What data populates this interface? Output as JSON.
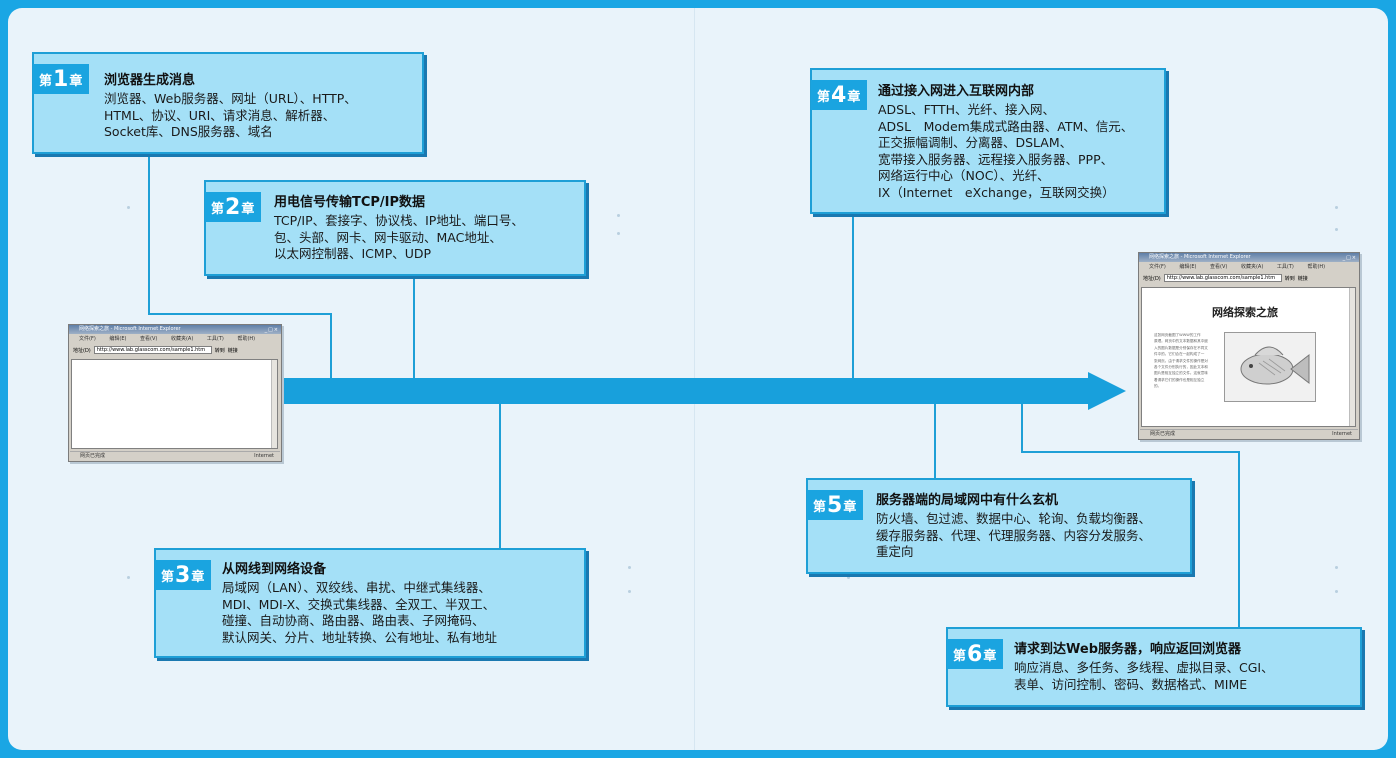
{
  "chapters": [
    {
      "prefix": "第",
      "number": "1",
      "suffix": "章",
      "title": "浏览器生成消息",
      "body": "浏览器、Web服务器、网址（URL）、HTTP、\nHTML、协议、URI、请求消息、解析器、\nSocket库、DNS服务器、域名"
    },
    {
      "prefix": "第",
      "number": "2",
      "suffix": "章",
      "title": "用电信号传输TCP/IP数据",
      "body": "TCP/IP、套接字、协议栈、IP地址、端口号、\n包、头部、网卡、网卡驱动、MAC地址、\n以太网控制器、ICMP、UDP"
    },
    {
      "prefix": "第",
      "number": "3",
      "suffix": "章",
      "title": "从网线到网络设备",
      "body": "局域网（LAN）、双绞线、串扰、中继式集线器、\nMDI、MDI-X、交换式集线器、全双工、半双工、\n碰撞、自动协商、路由器、路由表、子网掩码、\n默认网关、分片、地址转换、公有地址、私有地址"
    },
    {
      "prefix": "第",
      "number": "4",
      "suffix": "章",
      "title": "通过接入网进入互联网内部",
      "body": "ADSL、FTTH、光纤、接入网、\nADSL　Modem集成式路由器、ATM、信元、\n正交振幅调制、分离器、DSLAM、\n宽带接入服务器、远程接入服务器、PPP、\n网络运行中心（NOC）、光纤、\nIX（Internet　eXchange，互联网交换）"
    },
    {
      "prefix": "第",
      "number": "5",
      "suffix": "章",
      "title": "服务器端的局域网中有什么玄机",
      "body": "防火墙、包过滤、数据中心、轮询、负载均衡器、\n缓存服务器、代理、代理服务器、内容分发服务、\n重定向"
    },
    {
      "prefix": "第",
      "number": "6",
      "suffix": "章",
      "title": "请求到达Web服务器，响应返回浏览器",
      "body": "响应消息、多任务、多线程、虚拟目录、CGI、\n表单、访问控制、密码、数据格式、MIME"
    }
  ],
  "browser_left": {
    "title": "网络探索之旅 - Microsoft Internet Explorer",
    "menu": [
      "文件(F)",
      "编辑(E)",
      "查看(V)",
      "收藏夹(A)",
      "工具(T)",
      "帮助(H)"
    ],
    "address_label": "地址(D)",
    "address": "http://www.lab.glasscom.com/sample1.htm",
    "go": "转到",
    "links": "链接",
    "status": "网页已完成",
    "zone": "Internet"
  },
  "browser_right": {
    "title": "网络探索之旅 - Microsoft Internet Explorer",
    "menu": [
      "文件(F)",
      "编辑(E)",
      "查看(V)",
      "收藏夹(A)",
      "工具(T)",
      "帮助(H)"
    ],
    "address_label": "地址(D)",
    "address": "http://www.lab.glasscom.com/sample1.htm",
    "go": "转到",
    "links": "链接",
    "status": "网页已完成",
    "zone": "Internet",
    "page_heading": "网络探索之旅",
    "page_text": "这张网页截图了WWW的工作\n原理。网页中的文本数据和其中嵌\n入的图片数据是分别保存在不同文\n件中的。它们合在一起构成了一\n张网页。由于请求文件的操作是对\n各个文件分别执行的，因此文本和\n图片是相互独立的文件。这就意味\n着请求它们的操作也是相互独立\n的。"
  },
  "colors": {
    "background": "#1aa6e4",
    "panel": "#e9f3fa",
    "box_fill": "#a4e0f7",
    "box_border": "#1e9fd6",
    "badge": "#1aa4e0",
    "arrow": "#18a0dc"
  }
}
